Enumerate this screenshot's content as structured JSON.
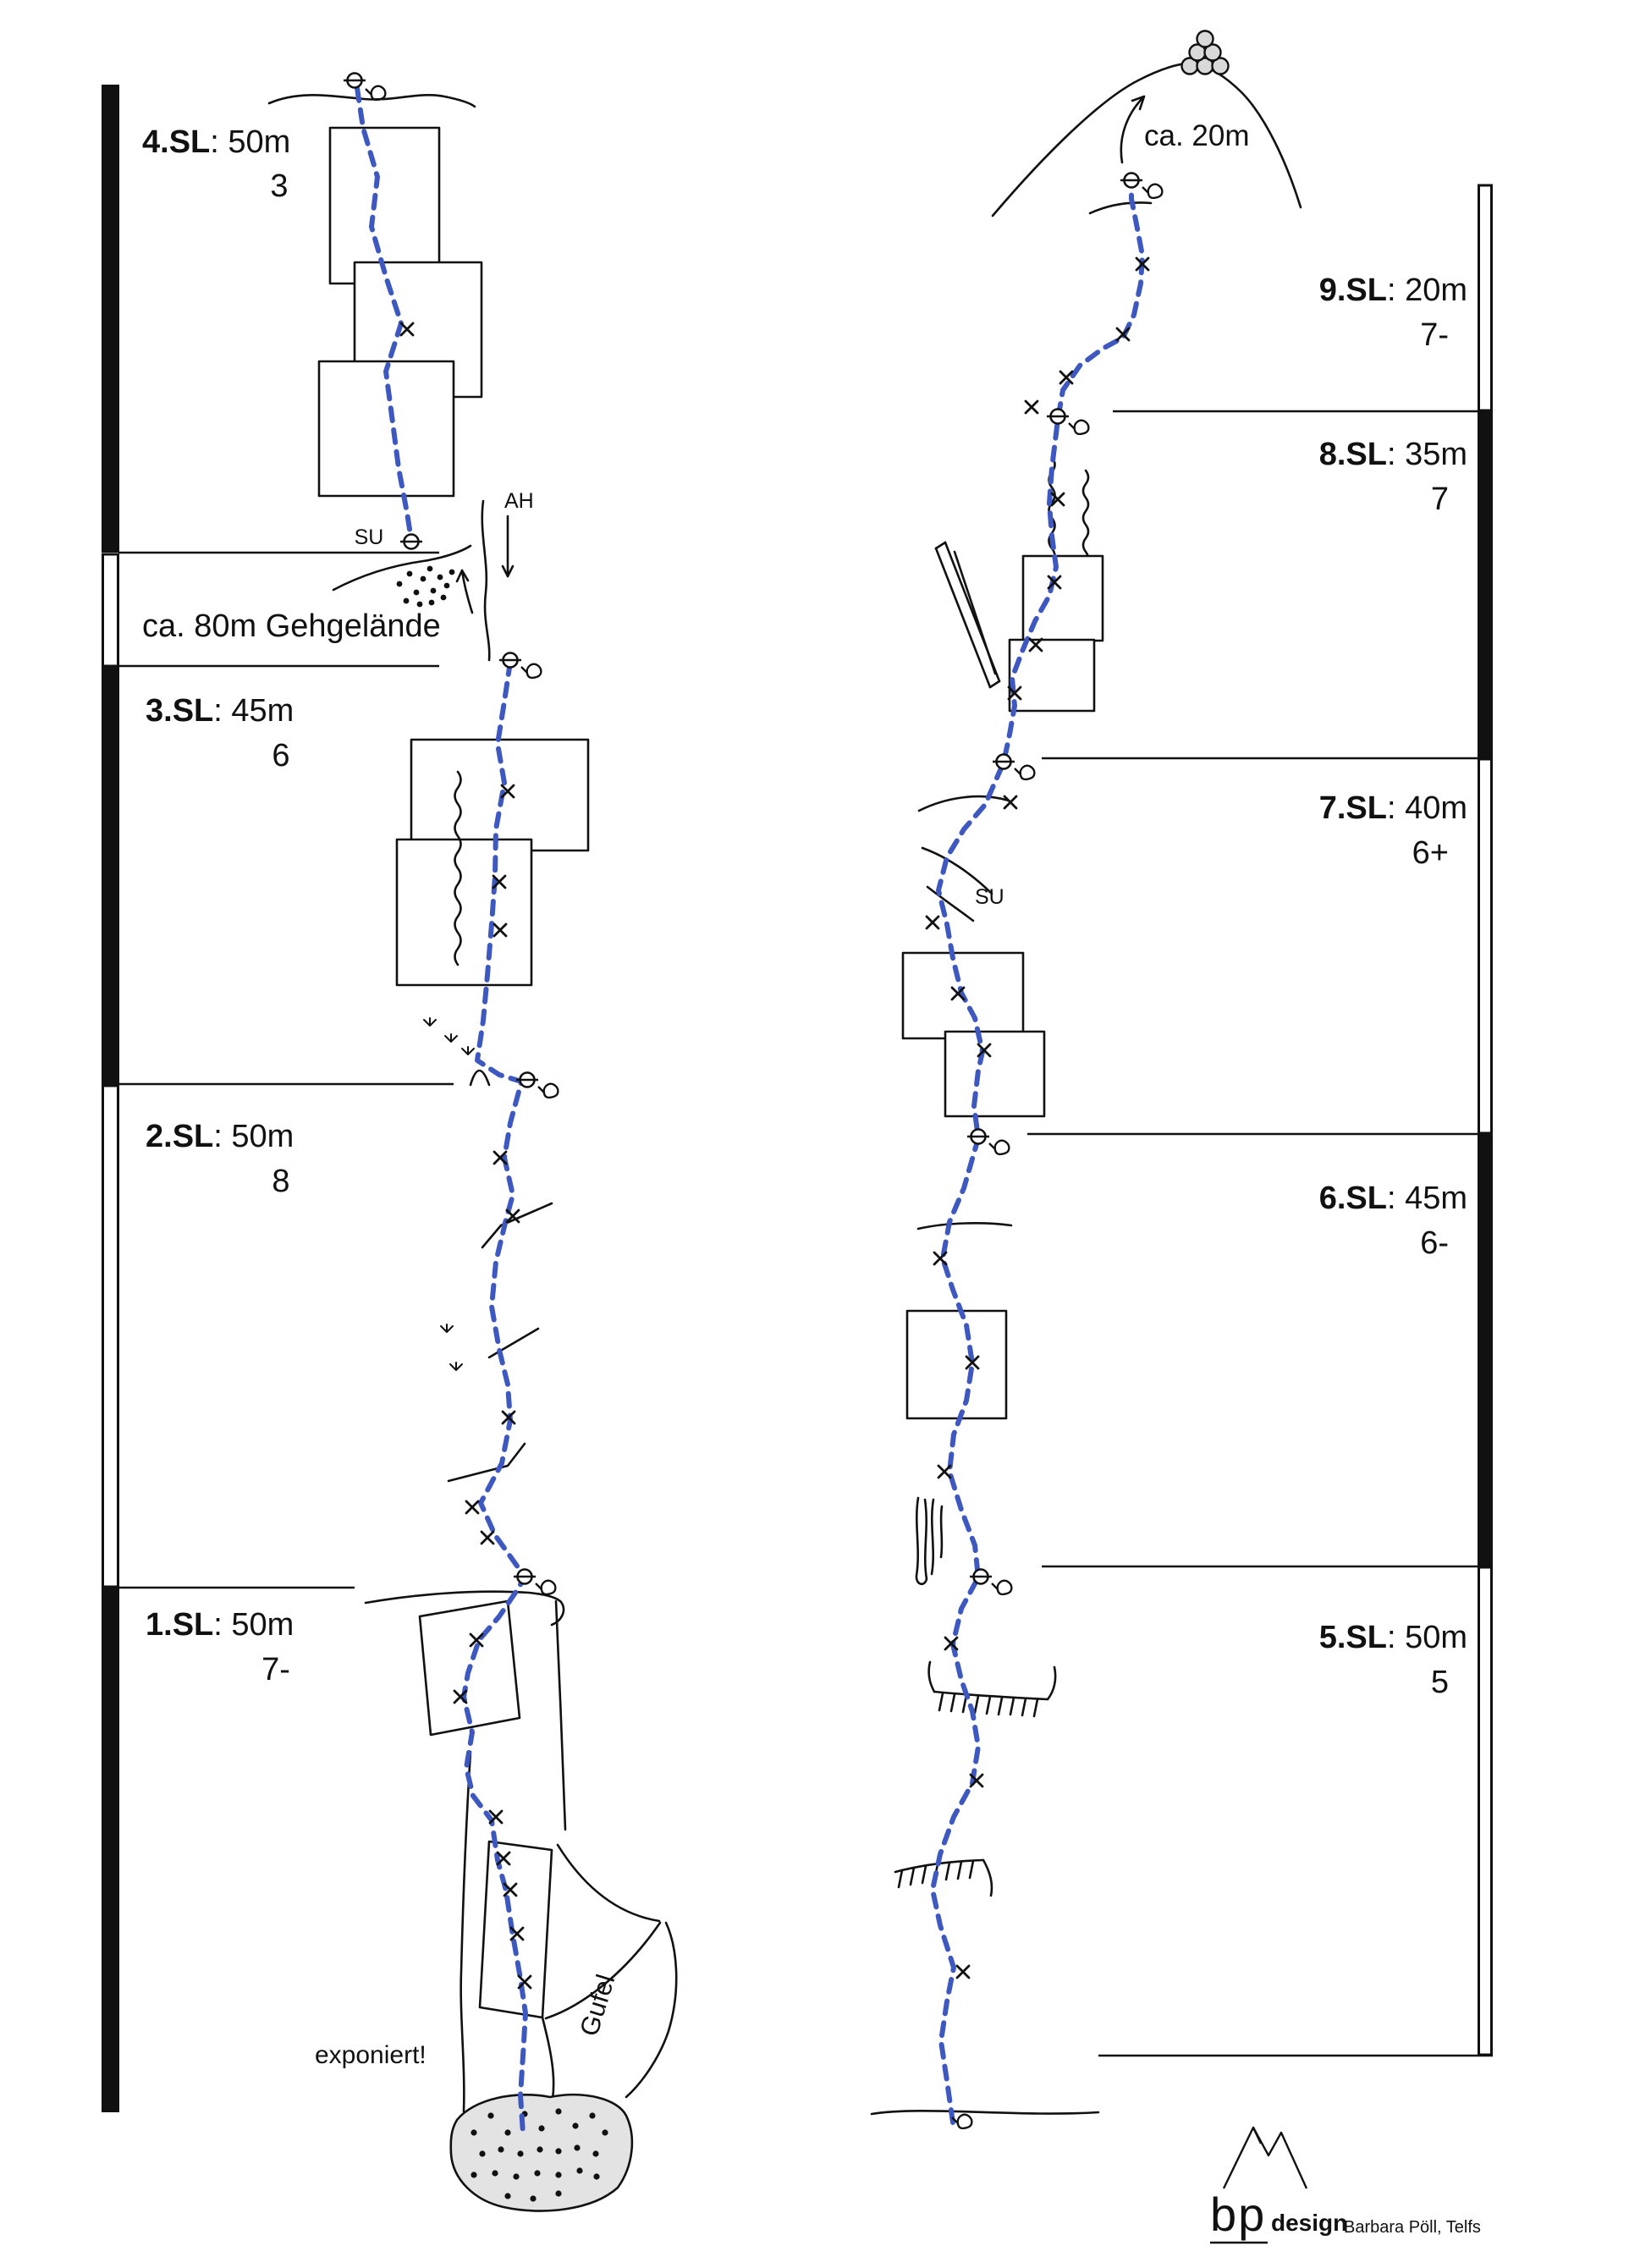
{
  "pitches": {
    "p1": {
      "name": "1.SL",
      "length": ": 50m",
      "grade": "7-"
    },
    "p2": {
      "name": "2.SL",
      "length": ": 50m",
      "grade": "8"
    },
    "p3": {
      "name": "3.SL",
      "length": ": 45m",
      "grade": "6"
    },
    "p4": {
      "name": "4.SL",
      "length": ": 50m",
      "grade": "3"
    },
    "p5": {
      "name": "5.SL",
      "length": ": 50m",
      "grade": "5"
    },
    "p6": {
      "name": "6.SL",
      "length": ": 45m",
      "grade": "6-"
    },
    "p7": {
      "name": "7.SL",
      "length": ": 40m",
      "grade": "6+"
    },
    "p8": {
      "name": "8.SL",
      "length": ": 35m",
      "grade": "7"
    },
    "p9": {
      "name": "9.SL",
      "length": ": 20m",
      "grade": "7-"
    }
  },
  "annotations": {
    "gehgelaende": "ca. 80m Gehgelände",
    "summit_walk": "ca. 20m",
    "su_left": "SU",
    "su_right": "SU",
    "ah": "AH",
    "exponiert": "exponiert!",
    "gufel": "Gufel"
  },
  "logo": {
    "bp": "bp",
    "design": "design",
    "credit": "Barbara Pöll, Telfs"
  },
  "colors": {
    "route": "#3d58c0",
    "rock": "#111111"
  }
}
